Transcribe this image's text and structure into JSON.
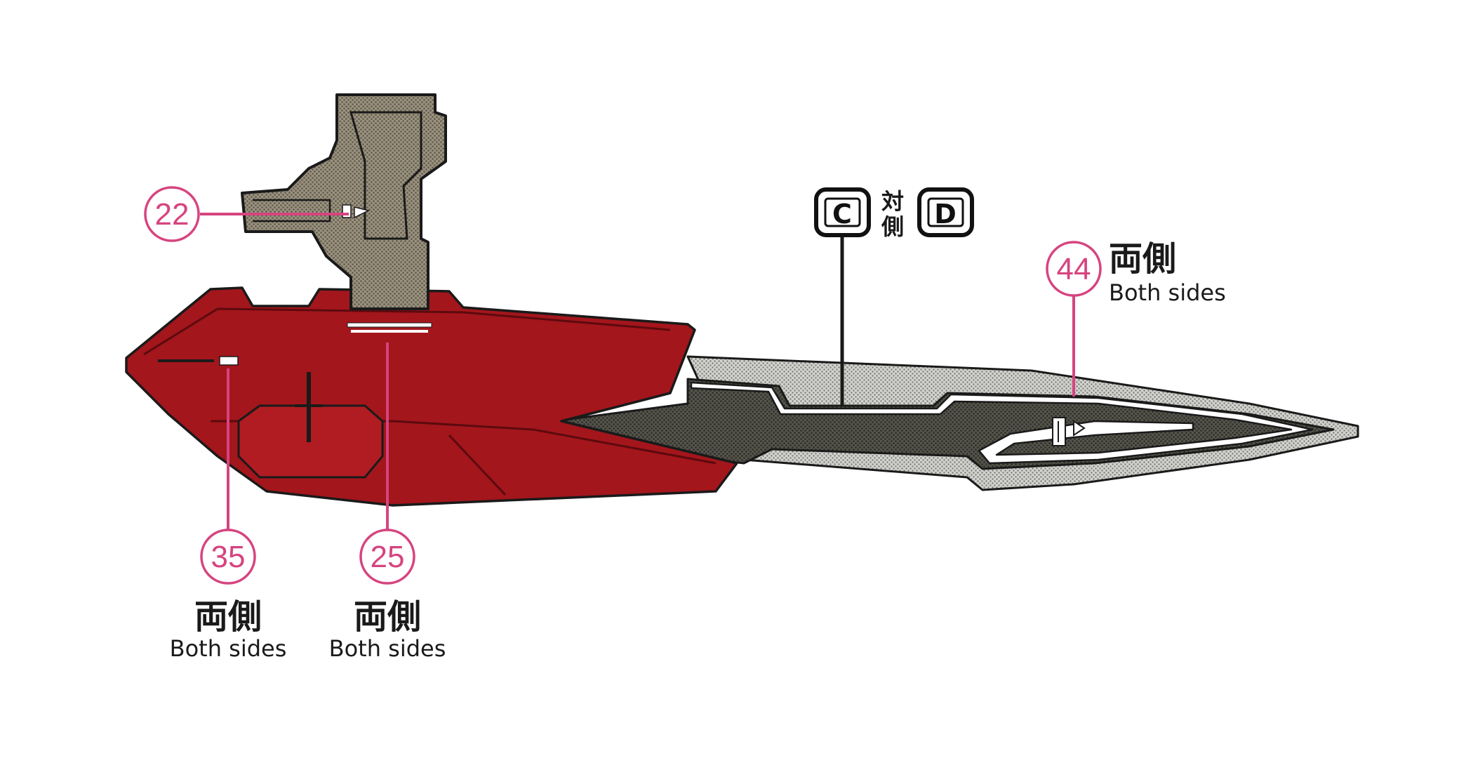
{
  "callouts": {
    "c22": {
      "number": "22"
    },
    "c25": {
      "number": "25",
      "jp": "両側",
      "en": "Both sides"
    },
    "c35": {
      "number": "35",
      "jp": "両側",
      "en": "Both sides"
    },
    "c44": {
      "number": "44",
      "jp": "両側",
      "en": "Both sides"
    }
  },
  "option_tag": {
    "left_letter": "C",
    "jp_line1": "対",
    "jp_line2": "側",
    "right_letter": "D"
  },
  "colors": {
    "callout_pink": "#d6447f",
    "armor_red": "#a3161c",
    "blade_dark": "#4a4a42",
    "blade_edge": "#c4c4c0",
    "mount_tan": "#8f8876",
    "outline": "#1a1a1a"
  },
  "icons": {
    "weapon": "sword-illustration-icon"
  }
}
